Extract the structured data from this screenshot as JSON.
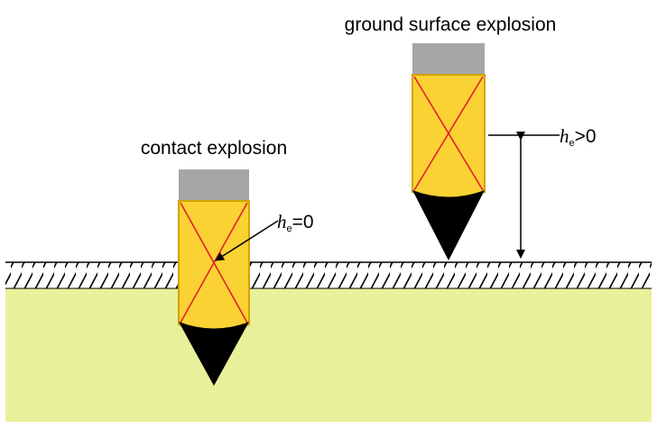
{
  "labels": {
    "contact": "contact explosion",
    "surface": "ground surface explosion"
  },
  "annotations": {
    "contact": {
      "symbol": "h",
      "subscript": "e",
      "relation": "=0"
    },
    "surface": {
      "symbol": "h",
      "subscript": "e",
      "relation": ">0"
    }
  },
  "colors": {
    "soil": "#e8f09a",
    "charge_body": "#fbd233",
    "charge_outline": "#d2a300",
    "cap": "#a6a6a6",
    "cross": "#e0222c",
    "tip": "#000000"
  }
}
